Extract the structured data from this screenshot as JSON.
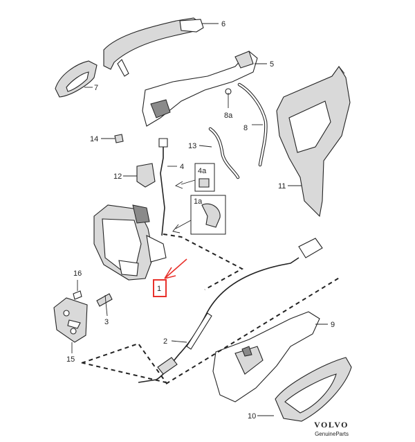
{
  "callouts": {
    "c1": "1",
    "c2": "2",
    "c3": "3",
    "c4": "4",
    "c4a": "4a",
    "c5": "5",
    "c6": "6",
    "c7": "7",
    "c8": "8",
    "c8a": "8a",
    "c9": "9",
    "c10": "10",
    "c11": "11",
    "c12": "12",
    "c13": "13",
    "c14": "14",
    "c15": "15",
    "c16": "16",
    "c1a": "1a"
  },
  "highlight_color": "#e8312b",
  "brand": {
    "name": "VOLVO",
    "subtitle": "GenuineParts"
  }
}
